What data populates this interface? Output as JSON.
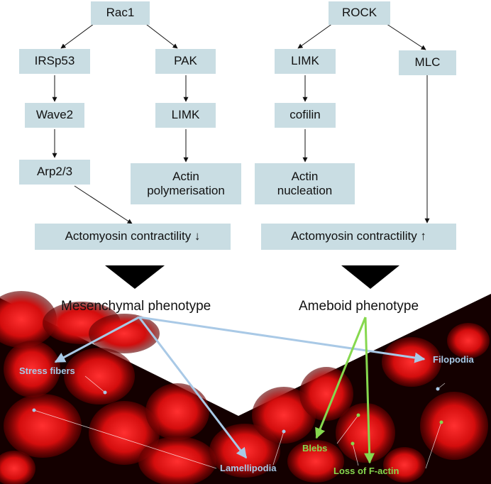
{
  "nodes": {
    "rac1": "Rac1",
    "irsp53": "IRSp53",
    "pak": "PAK",
    "wave2": "Wave2",
    "limk_left": "LIMK",
    "arp23": "Arp2/3",
    "actin_poly": "Actin polymerisation",
    "contract_down": "Actomyosin contractility ↓",
    "rock": "ROCK",
    "limk_right": "LIMK",
    "mlc": "MLC",
    "cofilin": "cofilin",
    "actin_nuc": "Actin nucleation",
    "contract_up": "Actomyosin contractility ↑"
  },
  "phenotypes": {
    "mesenchymal": "Mesenchymal phenotype",
    "ameboid": "Ameboid phenotype"
  },
  "labels": {
    "stress_fibers": "Stress fibers",
    "filopodia": "Filopodia",
    "lamellipodia": "Lamellipodia",
    "blebs": "Blebs",
    "loss_factin": "Loss of F-actin"
  },
  "colors": {
    "node_fill": "#c9dde3",
    "blue_arrow": "#a9c9e6",
    "green_arrow": "#86d84e",
    "cell_red": "#e01010"
  }
}
